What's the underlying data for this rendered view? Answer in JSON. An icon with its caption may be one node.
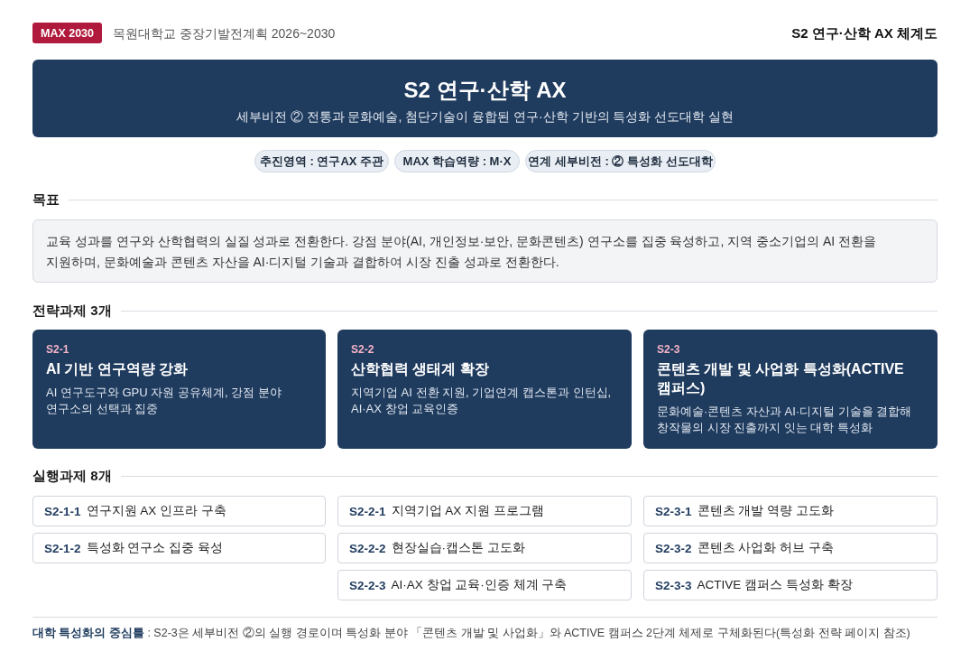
{
  "diagram": {
    "title": "S2 연구·산학 AX 체계도",
    "nodes": [
      {
        "text": [
          "MAX 2030"
        ]
      },
      {
        "text": [
          "S2 연구·산학 AX",
          "세부비전 ② 전통과 문화예술, 첨단기술이 융합된 연구·산학 기반의 특성화 선도대학 실현"
        ]
      },
      {
        "text": [
          "추진영역 : 연구AX 주관"
        ]
      },
      {
        "text": [
          "MAX 학습역량 : M·X"
        ]
      },
      {
        "text": [
          "연계 세부비전 : ② 특성화 선도대학"
        ]
      },
      {
        "text": [
          "교육 성과를 연구와 산학협력의 실질 성과로 전환한다. 강점 분야(AI, 개인정보·보안, 문화콘텐츠) 연구소를 집중 육성하고, 지역 중소기업의 AI 전환을 지원하며, 문화예술과 콘텐츠 자산을 AI·디지털 기술과 결합하여 시장 진출 성과로 전환한다."
        ]
      },
      {
        "text": [
          "S2-1",
          "AI 기반 연구역량 강화",
          "AI 연구도구와 GPU 자원 공유체계, 강점 분야 연구소의 선택과 집중"
        ]
      },
      {
        "text": [
          "S2-2",
          "산학협력 생태계 확장",
          "지역기업 AI 전환 지원, 기업연계 캡스톤과 인턴십, AI·AX 창업 교육인증"
        ]
      },
      {
        "text": [
          "S2-3",
          "콘텐츠 개발 및 사업화 특성화(ACTIVE 캠퍼스)",
          "문화예술·콘텐츠 자산과 AI·디지털 기술을 결합해 창작물의 시장 진출까지 잇는 대학 특성화"
        ]
      },
      {
        "text": [
          "S2-1-1",
          "연구지원 AX 인프라 구축"
        ]
      },
      {
        "text": [
          "S2-2-1",
          "지역기업 AX 지원 프로그램"
        ]
      },
      {
        "text": [
          "S2-3-1",
          "콘텐츠 개발 역량 고도화"
        ]
      },
      {
        "text": [
          "S2-1-2",
          "특성화 연구소 집중 육성"
        ]
      },
      {
        "text": [
          "S2-2-2",
          "현장실습·캡스톤 고도화"
        ]
      },
      {
        "text": [
          "S2-3-2",
          "콘텐츠 사업화 허브 구축"
        ]
      },
      {
        "text": [
          "S2-2-3",
          "AI·AX 창업 교육·인증 체계 구축"
        ]
      },
      {
        "text": [
          "S2-3-3",
          "ACTIVE 캠퍼스 특성화 확장"
        ]
      }
    ],
    "labels": [
      "목원대학교 중장기발전계획 2026~2030",
      "목표",
      "전략과제 3개",
      "실행과제 8개",
      "**대학 특성화의 중심틀** : S2-3은 세부비전 ②의 실행 경로이며 특성화 분야 「콘텐츠 개발 및 사업화」와 ACTIVE 캠퍼스 2단계 체제로 구체화된다(특성화 전략 페이지 참조)"
    ]
  }
}
